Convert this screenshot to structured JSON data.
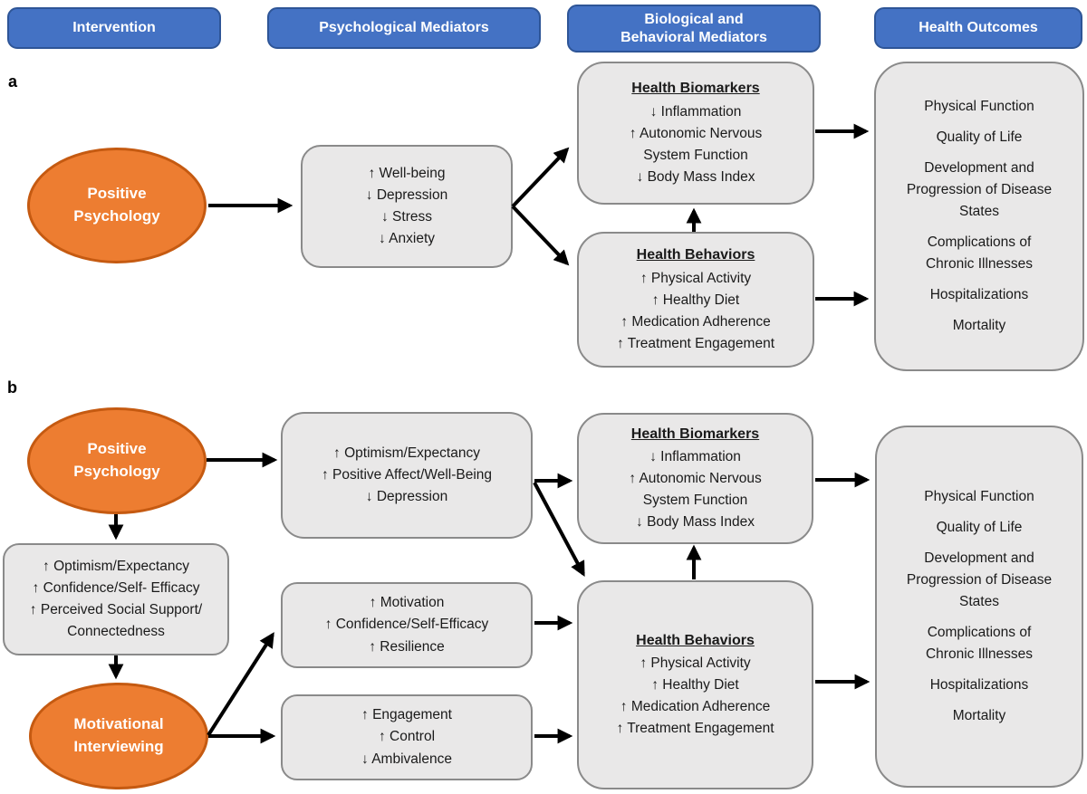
{
  "figure": {
    "panel_a_label": "a",
    "panel_b_label": "b"
  },
  "colors": {
    "header_fill": "#4472C4",
    "header_border": "#2E5597",
    "header_text": "#FFFFFF",
    "ellipse_fill": "#ED7D31",
    "ellipse_border": "#C55A11",
    "box_fill": "#E9E8E8",
    "box_border": "#8A8A8A",
    "arrow_color": "#000000",
    "text_color": "#1A1A1A"
  },
  "headers": {
    "intervention": "Intervention",
    "psychological": "Psychological Mediators",
    "biological": "Biological and Behavioral Mediators",
    "outcomes": "Health Outcomes"
  },
  "panel_a": {
    "intervention_label": "Positive Psychology",
    "psych_mediators": [
      "↑ Well-being",
      "↓ Depression",
      "↓ Stress",
      "↓ Anxiety"
    ],
    "biomarkers_title": "Health Biomarkers",
    "biomarkers": [
      "↓ Inflammation",
      "↑ Autonomic Nervous System Function",
      "↓ Body Mass Index"
    ],
    "behaviors_title": "Health Behaviors",
    "behaviors": [
      "↑ Physical Activity",
      "↑ Healthy Diet",
      "↑ Medication Adherence",
      "↑ Treatment Engagement"
    ],
    "outcomes": [
      "Physical Function",
      "Quality of Life",
      "Development and Progression of Disease States",
      "Complications of Chronic Illnesses",
      "Hospitalizations",
      "Mortality"
    ]
  },
  "panel_b": {
    "intervention1_label": "Positive Psychology",
    "intervention2_label": "Motivational Interviewing",
    "shared_mediators": [
      "↑ Optimism/Expectancy",
      "↑ Confidence/Self- Efficacy",
      "↑ Perceived Social Support/ Connectedness"
    ],
    "pp_mediators": [
      "↑ Optimism/Expectancy",
      "↑ Positive Affect/Well-Being",
      "↓ Depression"
    ],
    "mi_mediators_1": [
      "↑ Motivation",
      "↑ Confidence/Self-Efficacy",
      "↑ Resilience"
    ],
    "mi_mediators_2": [
      "↑ Engagement",
      "↑ Control",
      "↓ Ambivalence"
    ],
    "biomarkers_title": "Health Biomarkers",
    "biomarkers": [
      "↓ Inflammation",
      "↑ Autonomic Nervous System Function",
      "↓ Body Mass Index"
    ],
    "behaviors_title": "Health Behaviors",
    "behaviors": [
      "↑ Physical Activity",
      "↑ Healthy Diet",
      "↑ Medication Adherence",
      "↑ Treatment Engagement"
    ],
    "outcomes": [
      "Physical Function",
      "Quality of Life",
      "Development and Progression of Disease States",
      "Complications of Chronic Illnesses",
      "Hospitalizations",
      "Mortality"
    ]
  }
}
